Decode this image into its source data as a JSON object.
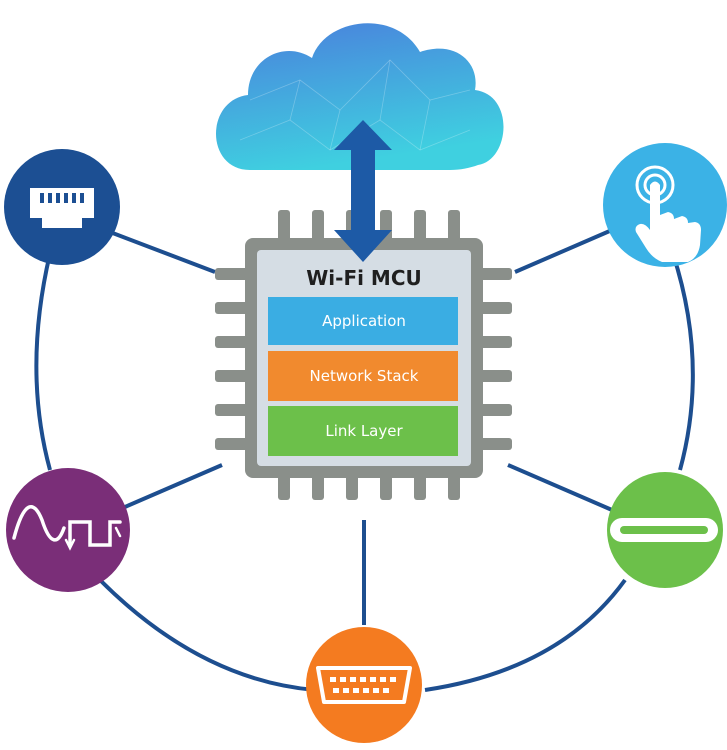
{
  "chip": {
    "title": "Wi-Fi MCU",
    "layers": [
      {
        "label": "Application",
        "color": "#3aade3"
      },
      {
        "label": "Network Stack",
        "color": "#f18a2e"
      },
      {
        "label": "Link Layer",
        "color": "#6cc04a"
      }
    ]
  },
  "colors": {
    "link_line": "#1d4e8f",
    "chip_outer": "#8a8f8a",
    "chip_inner": "#d5dde4",
    "arrow": "#1d5aa6",
    "cloud_top": "#4a7fdc",
    "cloud_bottom": "#3fd0e0"
  },
  "peripherals": [
    {
      "name": "ethernet",
      "icon": "ethernet-port-icon",
      "color": "#1c4f93"
    },
    {
      "name": "touch",
      "icon": "touch-finger-icon",
      "color": "#3bb2e6"
    },
    {
      "name": "analog-digital",
      "icon": "analog-digital-signal-icon",
      "color": "#7a2e78"
    },
    {
      "name": "usb-c",
      "icon": "usb-c-port-icon",
      "color": "#6cc04a"
    },
    {
      "name": "obd",
      "icon": "obd-connector-icon",
      "color": "#f47b20"
    }
  ]
}
